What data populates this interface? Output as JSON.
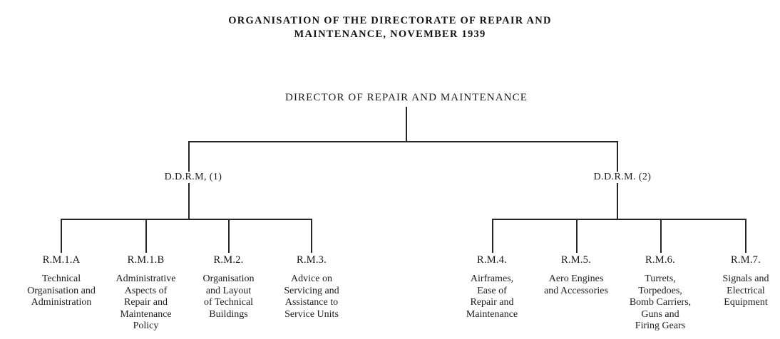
{
  "title": {
    "line1": "ORGANISATION OF THE DIRECTORATE OF REPAIR AND",
    "line2": "MAINTENANCE, NOVEMBER 1939"
  },
  "chart_data": {
    "type": "diagram",
    "diagram_kind": "organisation-chart",
    "title": "ORGANISATION OF THE DIRECTORATE OF REPAIR AND MAINTENANCE, NOVEMBER 1939",
    "root": {
      "label": "DIRECTOR OF REPAIR AND MAINTENANCE"
    },
    "branches": [
      {
        "label": "D.D.R.M, (1)",
        "children": [
          {
            "code": "R.M.1.A",
            "lines": [
              "Technical",
              "Organisation and",
              "Administration"
            ]
          },
          {
            "code": "R.M.1.B",
            "lines": [
              "Administrative",
              "Aspects of",
              "Repair and",
              "Maintenance",
              "Policy"
            ]
          },
          {
            "code": "R.M.2.",
            "lines": [
              "Organisation",
              "and Layout",
              "of Technical",
              "Buildings"
            ]
          },
          {
            "code": "R.M.3.",
            "lines": [
              "Advice on",
              "Servicing and",
              "Assistance to",
              "Service Units"
            ]
          }
        ]
      },
      {
        "label": "D.D.R.M. (2)",
        "children": [
          {
            "code": "R.M.4.",
            "lines": [
              "Airframes,",
              "Ease of",
              "Repair and",
              "Maintenance"
            ]
          },
          {
            "code": "R.M.5.",
            "lines": [
              "Aero Engines",
              "and Accessories"
            ]
          },
          {
            "code": "R.M.6.",
            "lines": [
              "Turrets,",
              "Torpedoes,",
              "Bomb Carriers,",
              "Guns and",
              "Firing Gears"
            ]
          },
          {
            "code": "R.M.7.",
            "lines": [
              "Signals and",
              "Electrical",
              "Equipment"
            ]
          }
        ]
      }
    ],
    "colors": {
      "background": "#ffffff",
      "text": "#1a1a1a",
      "line": "#262626"
    }
  }
}
